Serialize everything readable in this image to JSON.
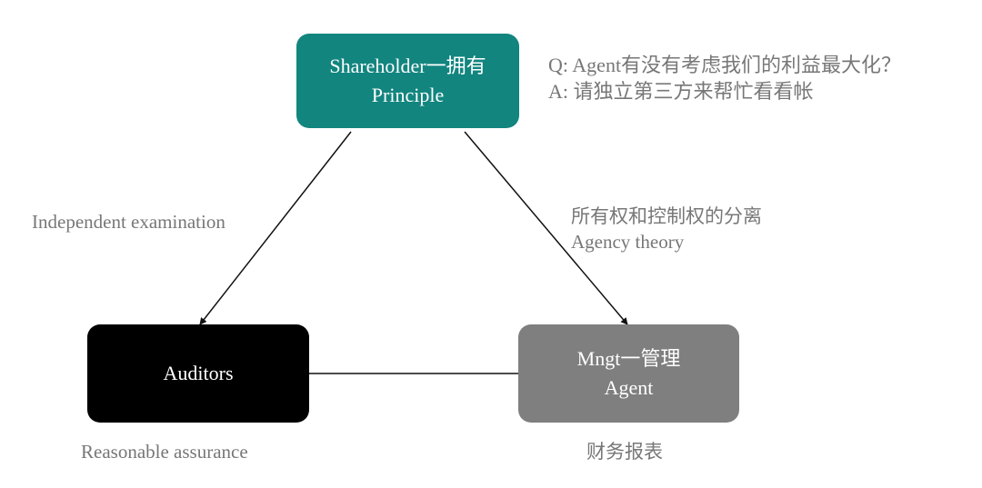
{
  "colors": {
    "shareholder": "#12857f",
    "auditors": "#000000",
    "mngt": "#7f7f7f",
    "connector": "#111111",
    "annotation": "#777777"
  },
  "nodes": {
    "shareholder": {
      "line1": "Shareholder一拥有",
      "line2": "Principle"
    },
    "auditors": {
      "line1": "Auditors"
    },
    "mngt": {
      "line1": "Mngt一管理",
      "line2": "Agent"
    }
  },
  "annotations": {
    "qa": {
      "question": "Q: Agent有没有考虑我们的利益最大化？",
      "answer": "A: 请独立第三方来帮忙看看帐"
    },
    "independent_examination": "Independent examination",
    "separation": {
      "line1": "所有权和控制权的分离",
      "line2": "Agency theory"
    },
    "reasonable_assurance": "Reasonable assurance",
    "financial_statements": "财务报表"
  }
}
